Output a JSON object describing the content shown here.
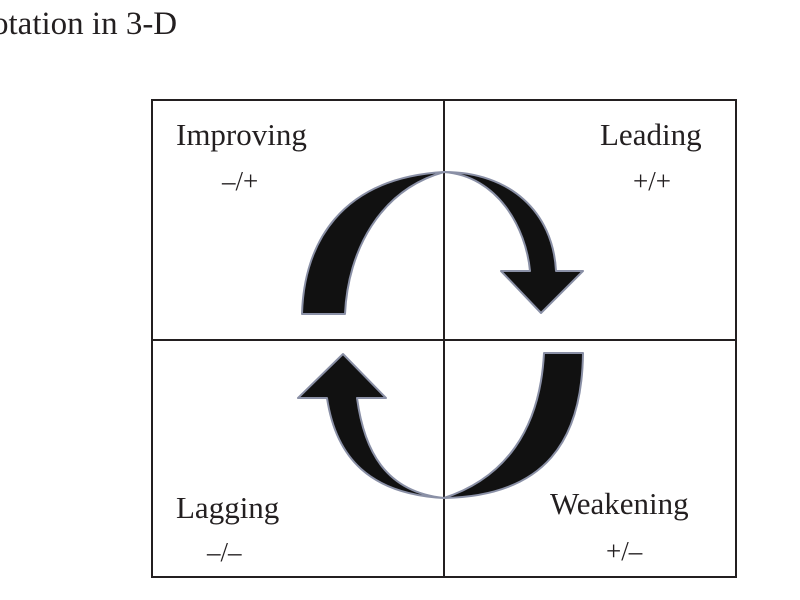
{
  "title": "otation in 3-D",
  "quadrants": {
    "improving": {
      "name": "Improving",
      "sign": "–/+"
    },
    "leading": {
      "name": "Leading",
      "sign": "+/+"
    },
    "lagging": {
      "name": "Lagging",
      "sign": "–/–"
    },
    "weakening": {
      "name": "Weakening",
      "sign": "+/–"
    }
  },
  "colors": {
    "line": "#231f20",
    "arrow_fill": "#111111",
    "arrow_stroke": "#8a90a6"
  },
  "icons": {
    "arrows": [
      "curved-arrow-up-right",
      "curved-arrow-down-right",
      "curved-arrow-down-left",
      "curved-arrow-up-left"
    ]
  }
}
